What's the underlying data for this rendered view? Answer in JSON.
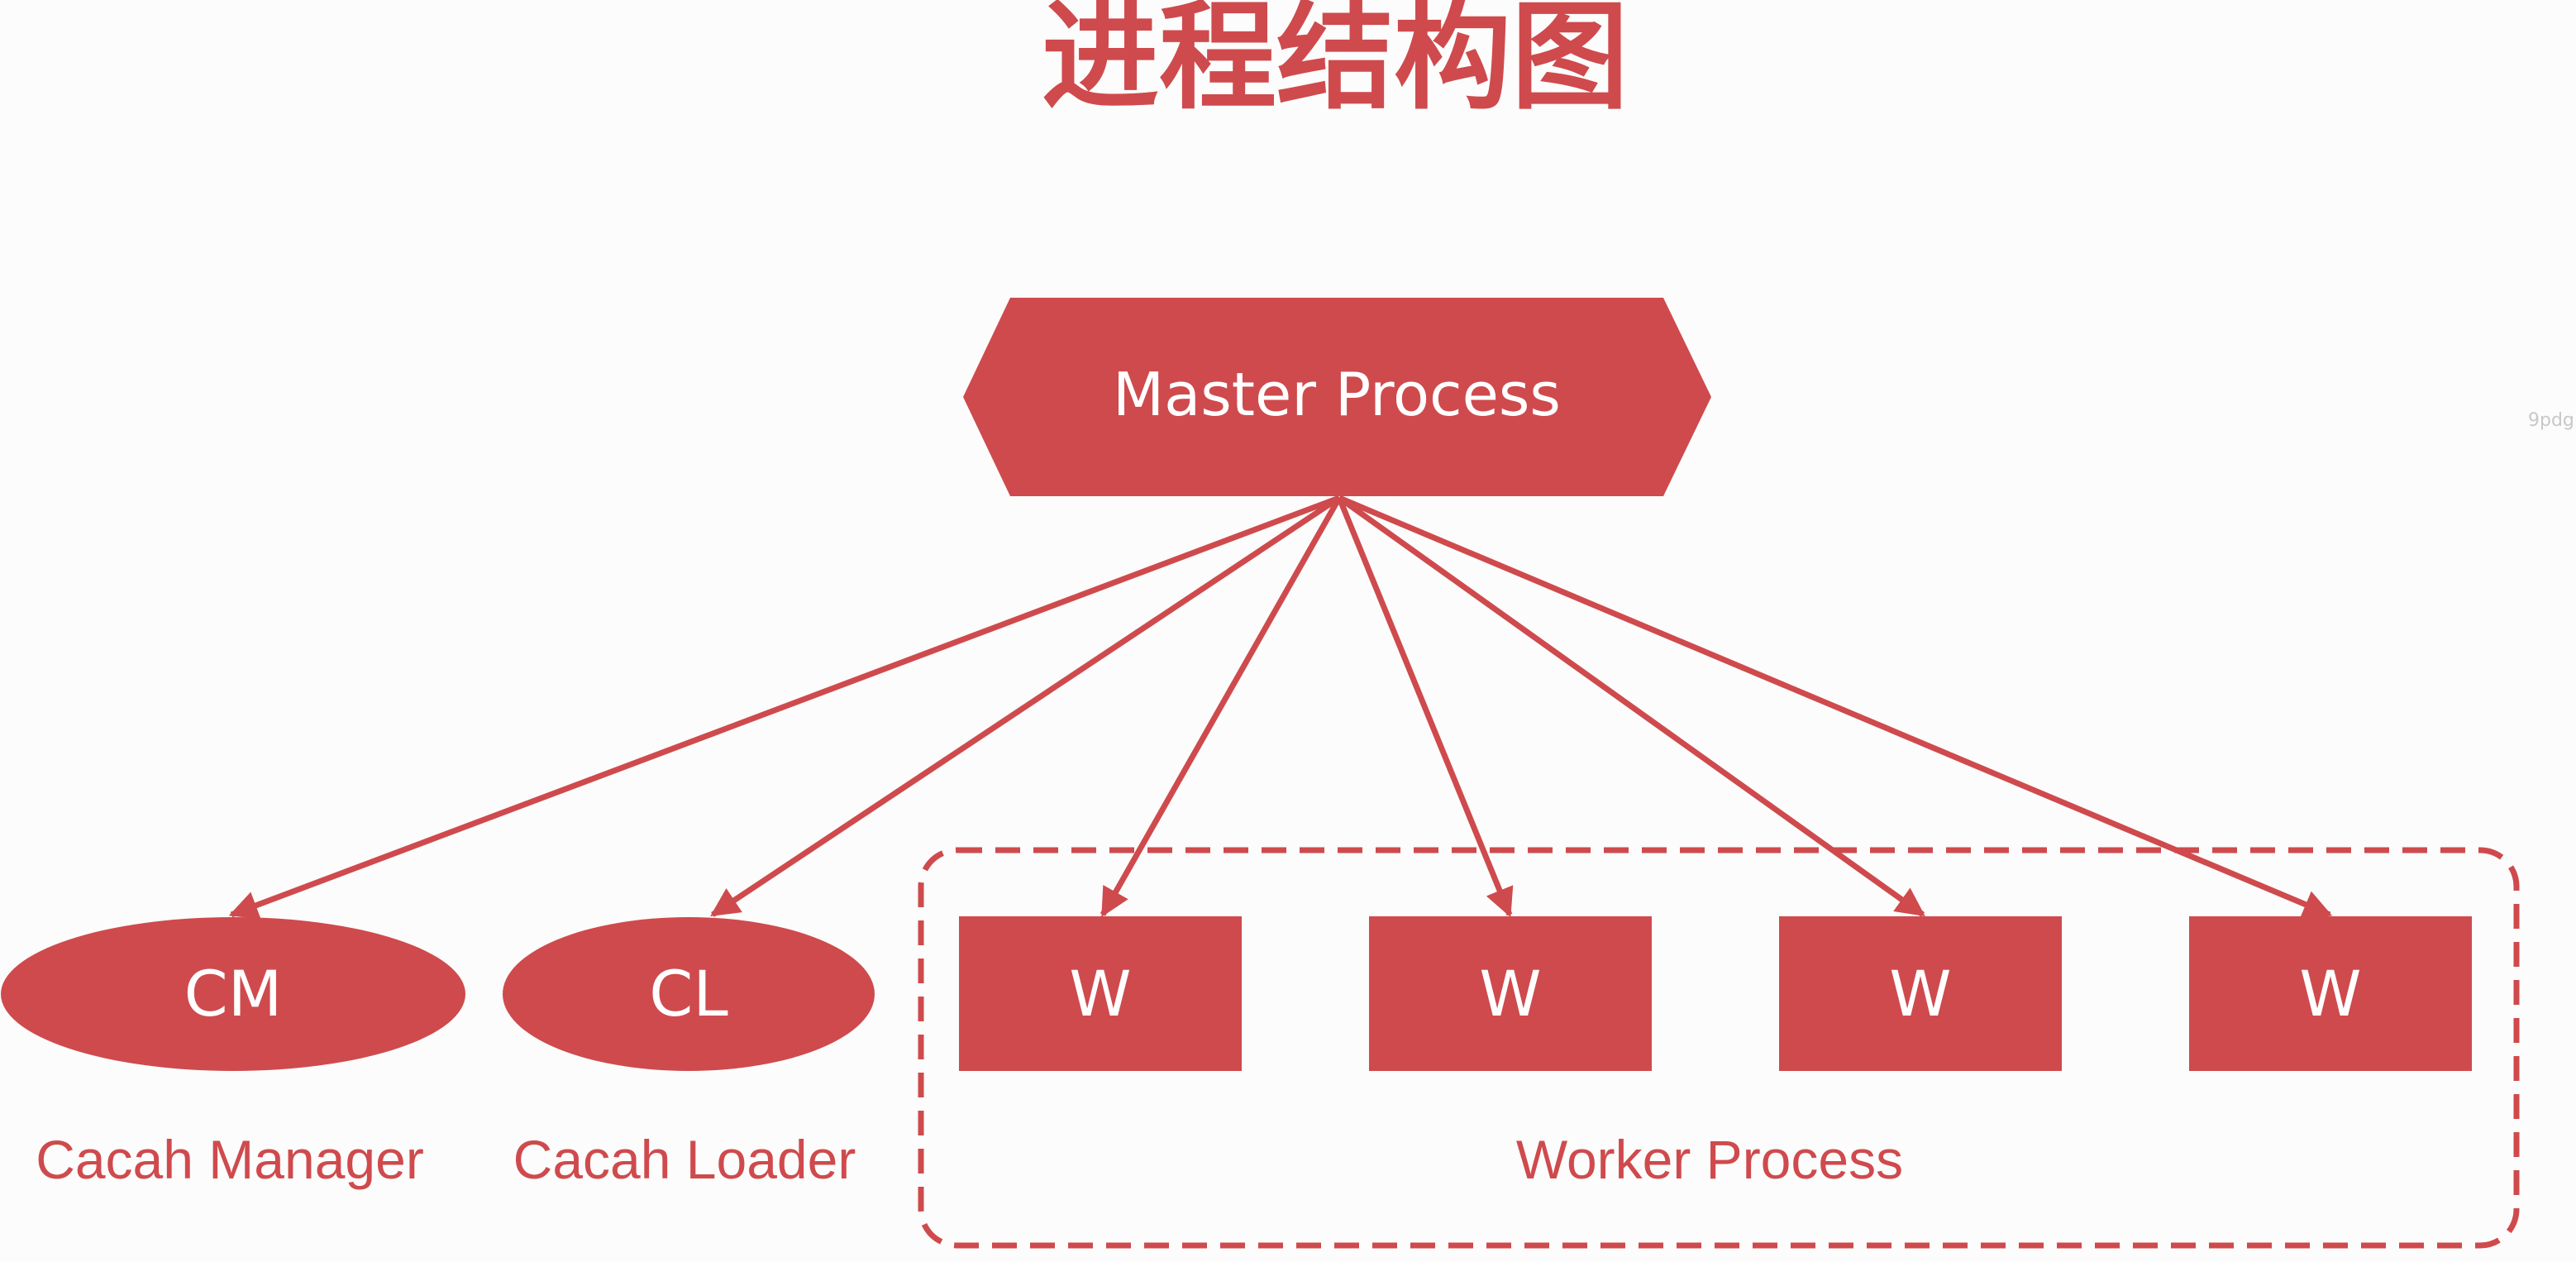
{
  "title": "进程结构图",
  "master": {
    "label": "Master Process"
  },
  "children": [
    {
      "label": "CM",
      "caption": "Cacah Manager"
    },
    {
      "label": "CL",
      "caption": "Cacah Loader"
    }
  ],
  "workers": [
    {
      "label": "W"
    },
    {
      "label": "W"
    },
    {
      "label": "W"
    },
    {
      "label": "W"
    }
  ],
  "worker_group": {
    "caption": "Worker Process"
  },
  "watermark": "9pdg",
  "colors": {
    "accent": "#cf4a4d",
    "text_on_accent": "#ffffff",
    "background": "#fbfcfb"
  }
}
